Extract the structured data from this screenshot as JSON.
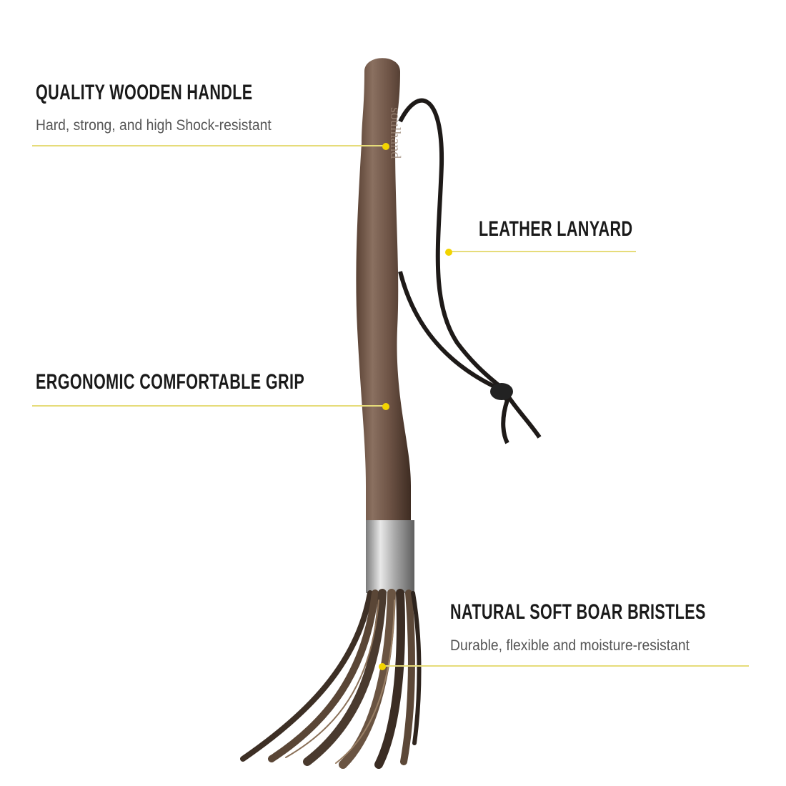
{
  "logo": "soulhand",
  "features": [
    {
      "title": "QUALITY WOODEN HANDLE",
      "subtitle": "Hard, strong, and high Shock-resistant"
    },
    {
      "title": "LEATHER LANYARD"
    },
    {
      "title": "ERGONOMIC COMFORTABLE GRIP"
    },
    {
      "title": "NATURAL SOFT BOAR BRISTLES",
      "subtitle": "Durable, flexible and moisture-resistant"
    }
  ],
  "colors": {
    "accent": "#f2d400",
    "line": "#e6dc7a",
    "wood": "#6b5446"
  }
}
